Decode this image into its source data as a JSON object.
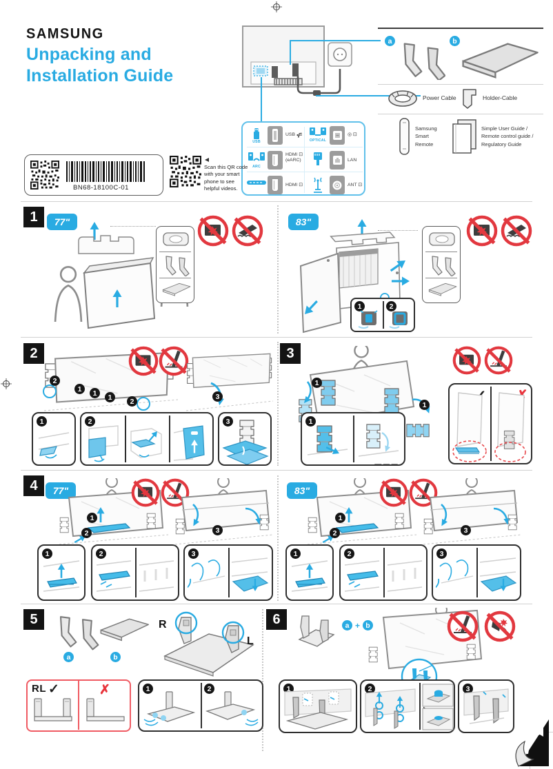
{
  "page": {
    "brand": "SAMSUNG",
    "title": "Unpacking and\nInstallation Guide",
    "accent_color": "#29abe2",
    "prohibit_color": "#e2383f"
  },
  "label_area": {
    "part_number": "BN68-18100C-01",
    "qr_caption": "Scan this QR code\nwith your smart\nphone to see\nhelpful videos."
  },
  "accessories": {
    "badge_a": "a",
    "badge_b": "b",
    "power_cable_label": "Power Cable",
    "holder_cable_label": "Holder-Cable",
    "remote_label": "Samsung\nSmart\nRemote",
    "guides_label": "Simple User Guide /\nRemote control guide /\nRegulatory Guide"
  },
  "ports": {
    "usb_source_label": "USB",
    "usb_port_label": "USB",
    "arc_source_label": "ARC",
    "hdmi_earc_port_label": "HDMI ⊡\n(eARC)",
    "hdmi_port_label": "HDMI ⊡",
    "optical_source_label": "OPTICAL",
    "optical_port_label": "◎ ⊡",
    "lan_port_label": "LAN",
    "ant_port_label": "ANT ⊡"
  },
  "steps": {
    "n1": "1",
    "n2": "2",
    "n3": "3"
  },
  "sections": {
    "s1": {
      "num": "1",
      "size_77": "77\"",
      "size_83": "83\""
    },
    "s2": {
      "num": "2"
    },
    "s3": {
      "num": "3",
      "check": "✓",
      "cross": "✗"
    },
    "s4": {
      "num": "4",
      "size_77": "77\"",
      "size_83": "83\""
    },
    "s5": {
      "num": "5",
      "label_r": "R",
      "label_l": "L",
      "label_rl": "RL",
      "check": "✓",
      "cross": "✗",
      "badge_a": "a",
      "badge_b": "b"
    },
    "s6": {
      "num": "6",
      "badge_a": "a",
      "plus": "+",
      "badge_b": "b"
    }
  }
}
